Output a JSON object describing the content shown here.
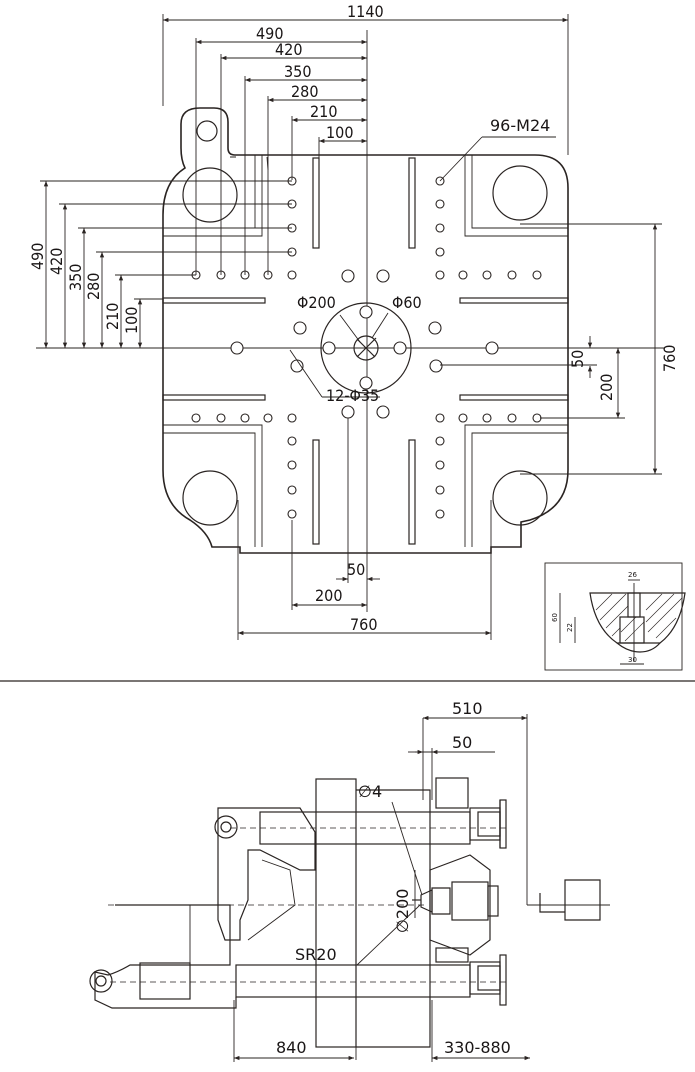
{
  "top_view": {
    "dims_top": [
      "1140",
      "490",
      "420",
      "350",
      "280",
      "210",
      "100"
    ],
    "dims_left": [
      "490",
      "420",
      "350",
      "280",
      "210",
      "100"
    ],
    "dims_right": [
      "760",
      "50",
      "200"
    ],
    "dims_bottom": [
      "50",
      "200",
      "760"
    ],
    "labels": {
      "thread_holes": "96-M24",
      "center_dia_large": "Φ200",
      "center_dia_small": "Φ60",
      "bolt_holes": "12-Φ35"
    }
  },
  "detail": {
    "dims": [
      "26",
      "60",
      "22",
      "30"
    ]
  },
  "side_view": {
    "dims": [
      "510",
      "50",
      "840",
      "330-880"
    ],
    "labels": {
      "nozzle_hole": "∅4",
      "locating_ring": "∅200",
      "nozzle_radius": "SR20"
    }
  }
}
